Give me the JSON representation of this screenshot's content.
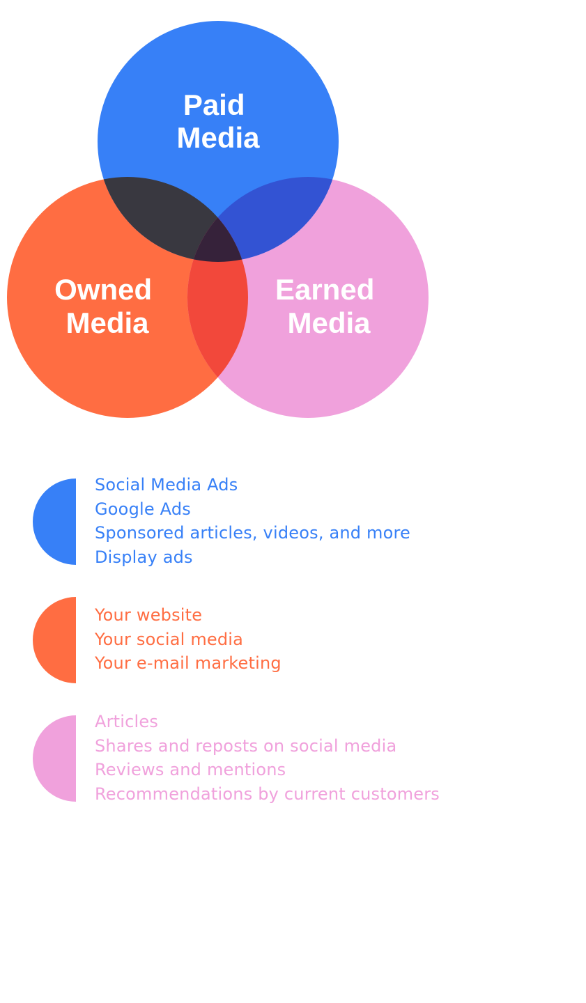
{
  "colors": {
    "paid": "#3780F7",
    "owned": "#FF6D42",
    "earned": "#F0A1DC",
    "paid_owned_overlap": "#393840",
    "paid_earned_overlap": "#3353D3",
    "owned_earned_overlap": "#F2483B",
    "center_overlap": "#36223A"
  },
  "diagram": {
    "paid": {
      "line1": "Paid",
      "line2": "Media"
    },
    "owned": {
      "line1": "Owned",
      "line2": "Media"
    },
    "earned": {
      "line1": "Earned",
      "line2": "Media"
    }
  },
  "legend": {
    "paid": {
      "items": [
        "Social Media Ads",
        "Google Ads",
        "Sponsored articles, videos, and more",
        "Display ads"
      ]
    },
    "owned": {
      "items": [
        "Your website",
        "Your social media",
        "Your e-mail marketing"
      ]
    },
    "earned": {
      "items": [
        "Articles",
        "Shares and reposts on social media",
        "Reviews and mentions",
        "Recommendations by current customers"
      ]
    }
  }
}
